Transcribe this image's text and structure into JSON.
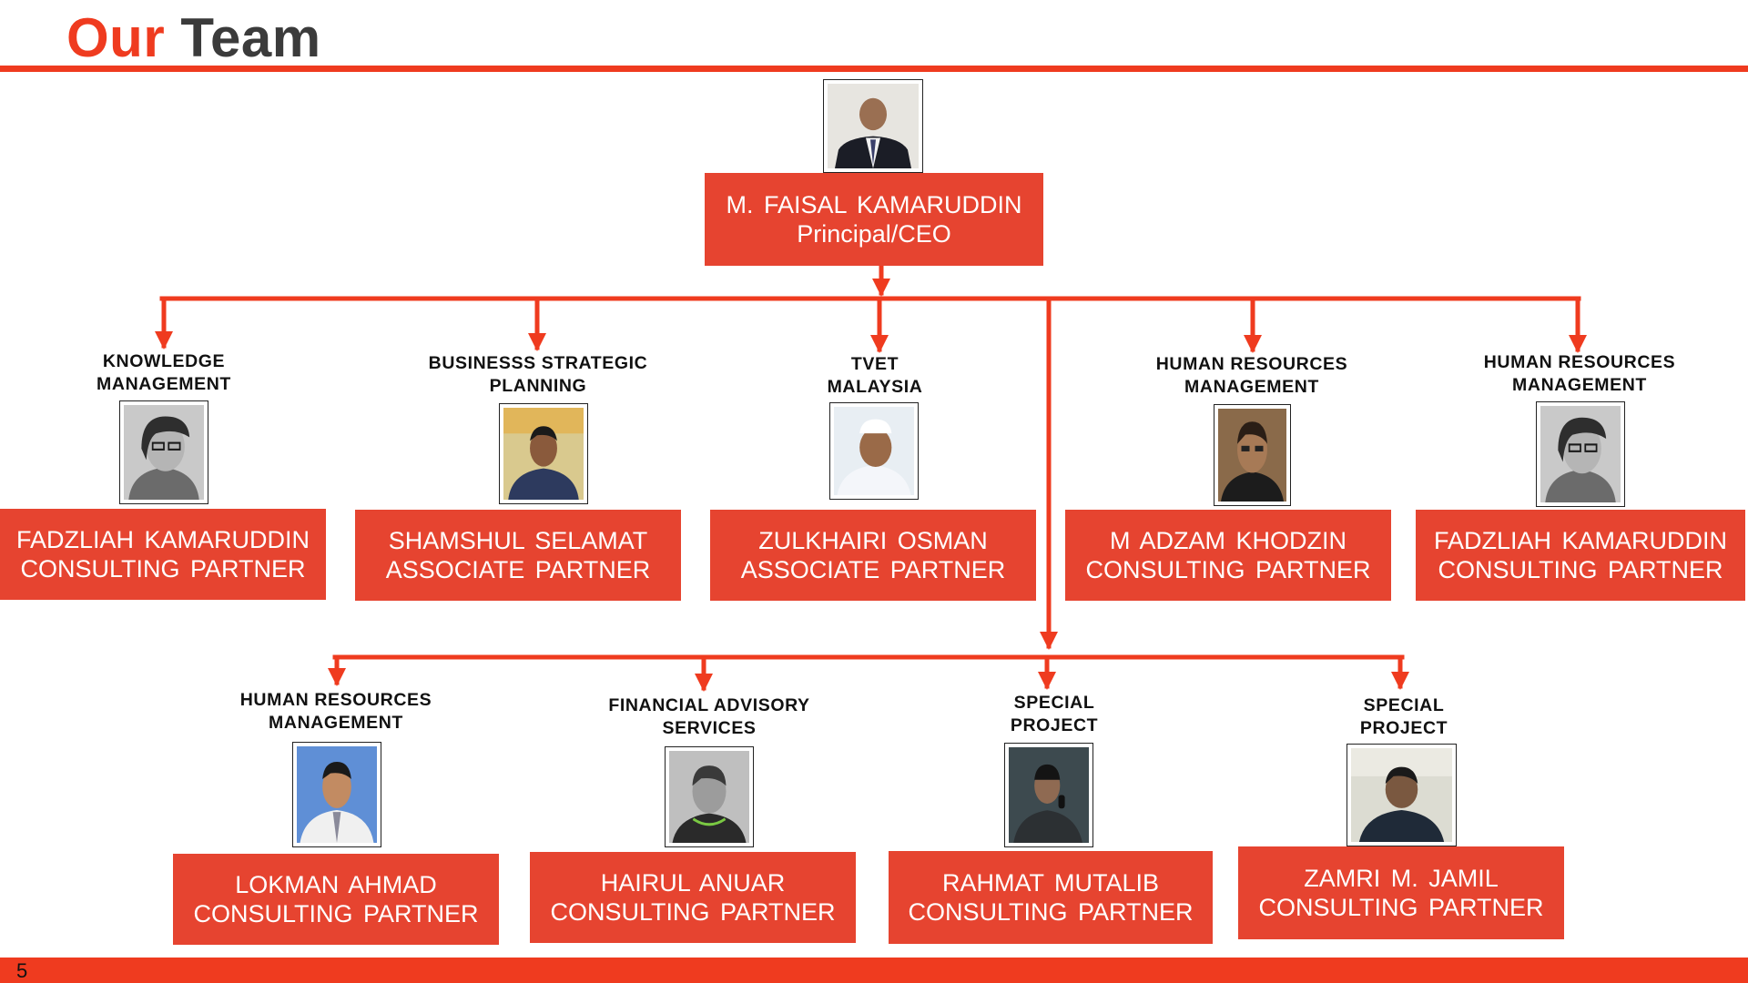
{
  "header": {
    "title_part1": "Our",
    "title_part2": "Team"
  },
  "footer": {
    "page_number": "5"
  },
  "colors": {
    "accent": "#ef3b1f",
    "box": "#e64430",
    "text_dark": "#111111"
  },
  "ceo": {
    "name": "M. FAISAL KAMARUDDIN",
    "role": "Principal/CEO"
  },
  "row1": [
    {
      "dept": [
        "KNOWLEDGE",
        "MANAGEMENT"
      ],
      "name": "FADZLIAH KAMARUDDIN",
      "role": "CONSULTING PARTNER"
    },
    {
      "dept": [
        "BUSINESSS STRATEGIC",
        "PLANNING"
      ],
      "name": "SHAMSHUL SELAMAT",
      "role": "ASSOCIATE PARTNER"
    },
    {
      "dept": [
        "TVET",
        "MALAYSIA"
      ],
      "name": "ZULKHAIRI OSMAN",
      "role": "ASSOCIATE PARTNER"
    },
    {
      "dept": [
        "HUMAN RESOURCES",
        "MANAGEMENT"
      ],
      "name": "M ADZAM KHODZIN",
      "role": "CONSULTING PARTNER"
    },
    {
      "dept": [
        "HUMAN RESOURCES",
        "MANAGEMENT"
      ],
      "name": "FADZLIAH KAMARUDDIN",
      "role": "CONSULTING PARTNER"
    }
  ],
  "row2": [
    {
      "dept": [
        "HUMAN RESOURCES",
        "MANAGEMENT"
      ],
      "name": "LOKMAN AHMAD",
      "role": "CONSULTING PARTNER"
    },
    {
      "dept": [
        "FINANCIAL ADVISORY",
        "SERVICES"
      ],
      "name": "HAIRUL ANUAR",
      "role": "CONSULTING PARTNER"
    },
    {
      "dept": [
        "SPECIAL",
        "PROJECT"
      ],
      "name": "RAHMAT MUTALIB",
      "role": "CONSULTING PARTNER"
    },
    {
      "dept": [
        "SPECIAL",
        "PROJECT"
      ],
      "name": "ZAMRI M. JAMIL",
      "role": "CONSULTING PARTNER"
    }
  ]
}
